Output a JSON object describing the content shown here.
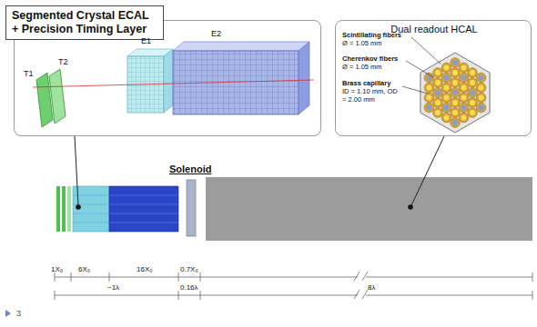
{
  "diagram": {
    "nodes": [
      {
        "text": [
          "Segmented Crystal ECAL + Precision Timing Layer"
        ]
      },
      {
        "text": [
          "Dual readout HCAL"
        ]
      }
    ],
    "labels": [
      "T1",
      "T2",
      "E1",
      "E2",
      "Scintillating fibers",
      "Ø = 1.05 mm",
      "Cherenkov fibers",
      "Ø = 1.05 mm",
      "Brass capillary",
      "ID = 1.10 mm, OD = 2.00 mm",
      "Solenoid",
      "1X₀",
      "6X₀",
      "16X₀",
      "0.7X₀",
      "~1λ",
      "0.16λ",
      "8λ",
      "3"
    ]
  }
}
